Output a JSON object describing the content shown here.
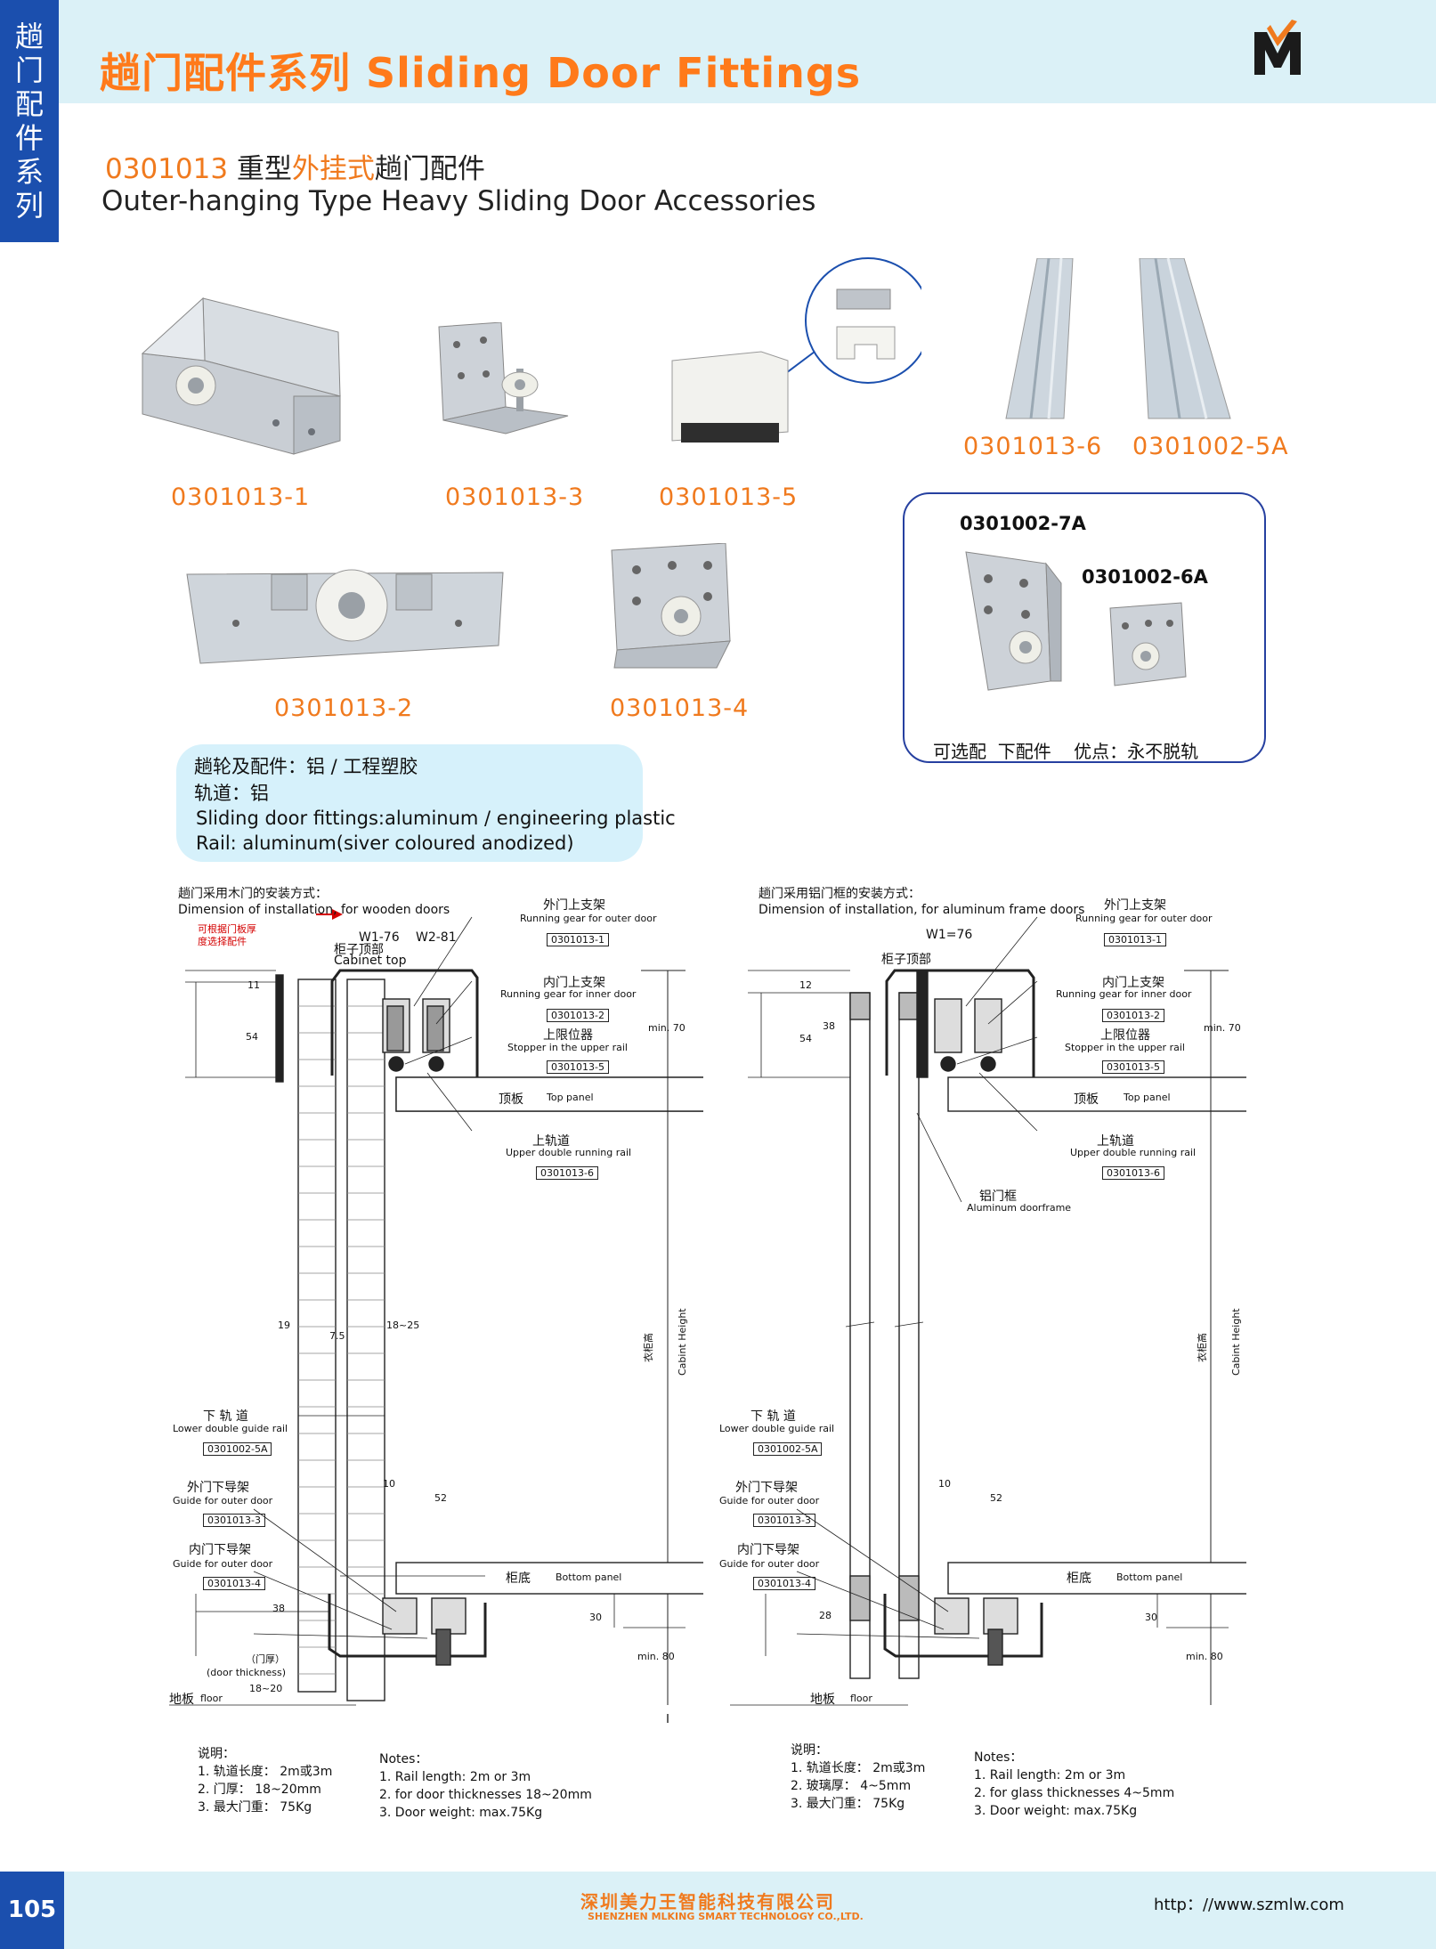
{
  "header": {
    "title": "趟门配件系列  Sliding Door Fittings",
    "side_tab": [
      "趟",
      "门",
      "配",
      "件",
      "系",
      "列"
    ]
  },
  "product": {
    "code": "0301013",
    "cn_title_pre": "重型",
    "cn_title_hl": "外挂式",
    "cn_title_post": "趟门配件",
    "en_title": "Outer-hanging Type Heavy Sliding Door Accessories"
  },
  "parts": {
    "p1": "0301013-1",
    "p3": "0301013-3",
    "p5": "0301013-5",
    "p6": "0301013-6",
    "p5a": "0301002-5A",
    "p2": "0301013-2",
    "p4": "0301013-4"
  },
  "optional": {
    "code_7a": "0301002-7A",
    "code_6a": "0301002-6A",
    "caption": "可选配  下配件    优点：永不脱轨"
  },
  "materials": {
    "l1": "趟轮及配件：铝 / 工程塑胶",
    "l2": "轨道：铝",
    "l3": "Sliding door fittings:aluminum / engineering plastic",
    "l4": "Rail: aluminum(siver coloured anodized)"
  },
  "diagram_left": {
    "title_cn": "趟门采用木门的安装方式：",
    "title_en": "Dimension of installation, for wooden doors",
    "red_note_1": "可根据门板厚",
    "red_note_2": "度选择配件",
    "w1": "W1-76",
    "w2": "W2-81",
    "cabinet_top_cn": "柜子顶部",
    "cabinet_top_en": "Cabinet top",
    "outer_gear_cn": "外门上支架",
    "outer_gear_en": "Running gear for outer door",
    "outer_gear_code": "0301013-1",
    "inner_gear_cn": "内门上支架",
    "inner_gear_en": "Running gear for inner door",
    "inner_gear_code": "0301013-2",
    "stopper_cn": "上限位器",
    "stopper_en": "Stopper in the upper rail",
    "stopper_code": "0301013-5",
    "min70": "min. 70",
    "top_panel_cn": "顶板",
    "top_panel_en": "Top panel",
    "upper_rail_cn": "上轨道",
    "upper_rail_en": "Upper double running rail",
    "upper_rail_code": "0301013-6",
    "dim_11": "11",
    "dim_54": "54",
    "dim_19": "19",
    "dim_75": "7.5",
    "dim_1825": "18~25",
    "cab_height_cn": "衣柜高",
    "cab_height_en": "Cabint Height",
    "lower_rail_cn": "下 轨 道",
    "lower_rail_en": "Lower double guide rail",
    "lower_rail_code": "0301002-5A",
    "outer_guide_cn": "外门下导架",
    "outer_guide_en": "Guide for outer door",
    "outer_guide_code": "0301013-3",
    "inner_guide_cn": "内门下导架",
    "inner_guide_en": "Guide for outer door",
    "inner_guide_code": "0301013-4",
    "dim_10": "10",
    "dim_52": "52",
    "bottom_cn": "柜底",
    "bottom_en": "Bottom panel",
    "dim_38": "38",
    "dim_30": "30",
    "min80": "min. 80",
    "door_thick_cn": "（门厚）",
    "door_thick_en": "(door thickness)",
    "dim_1820": "18~20",
    "floor_cn": "地板",
    "floor_en": "floor"
  },
  "diagram_right": {
    "title_cn": "趟门采用铝门框的安装方式：",
    "title_en": "Dimension of installation, for aluminum frame doors",
    "w1": "W1=76",
    "cabinet_top_cn": "柜子顶部",
    "outer_gear_cn": "外门上支架",
    "outer_gear_en": "Running gear for outer door",
    "outer_gear_code": "0301013-1",
    "inner_gear_cn": "内门上支架",
    "inner_gear_en": "Running gear for inner door",
    "inner_gear_code": "0301013-2",
    "stopper_cn": "上限位器",
    "stopper_en": "Stopper in the upper rail",
    "stopper_code": "0301013-5",
    "min70": "min. 70",
    "top_panel_cn": "顶板",
    "top_panel_en": "Top panel",
    "upper_rail_cn": "上轨道",
    "upper_rail_en": "Upper double running rail",
    "upper_rail_code": "0301013-6",
    "frame_cn": "铝门框",
    "frame_en": "Aluminum doorframe",
    "dim_12": "12",
    "dim_38": "38",
    "dim_54": "54",
    "cab_height_cn": "衣柜高",
    "cab_height_en": "Cabint Height",
    "lower_rail_cn": "下 轨 道",
    "lower_rail_en": "Lower double guide rail",
    "lower_rail_code": "0301002-5A",
    "outer_guide_cn": "外门下导架",
    "outer_guide_en": "Guide for outer door",
    "outer_guide_code": "0301013-3",
    "inner_guide_cn": "内门下导架",
    "inner_guide_en": "Guide for outer door",
    "inner_guide_code": "0301013-4",
    "dim_10": "10",
    "dim_52": "52",
    "bottom_cn": "柜底",
    "bottom_en": "Bottom panel",
    "dim_28": "28",
    "dim_30": "30",
    "min80": "min. 80",
    "floor_cn": "地板",
    "floor_en": "floor"
  },
  "notes_left": {
    "cn": [
      "说明：",
      "1. 轨道长度：  2m或3m",
      "2. 门厚：   18~20mm",
      "3. 最大门重：  75Kg"
    ],
    "en": [
      "Notes：",
      "1. Rail length:  2m or 3m",
      "2. for door thicknesses 18~20mm",
      "3. Door weight:  max.75Kg"
    ]
  },
  "notes_right": {
    "cn": [
      "说明：",
      "1. 轨道长度：  2m或3m",
      "2. 玻璃厚：    4~5mm",
      "3. 最大门重：  75Kg"
    ],
    "en": [
      "Notes：",
      "1. Rail length:  2m or 3m",
      "2. for glass thicknesses 4~5mm",
      "3. Door weight:  max.75Kg"
    ]
  },
  "footer": {
    "page": "105",
    "company_cn": "深圳美力王智能科技有限公司",
    "company_en": "SHENZHEN MLKING SMART TECHNOLOGY CO.,LTD.",
    "url": "http：//www.szmlw.com"
  }
}
